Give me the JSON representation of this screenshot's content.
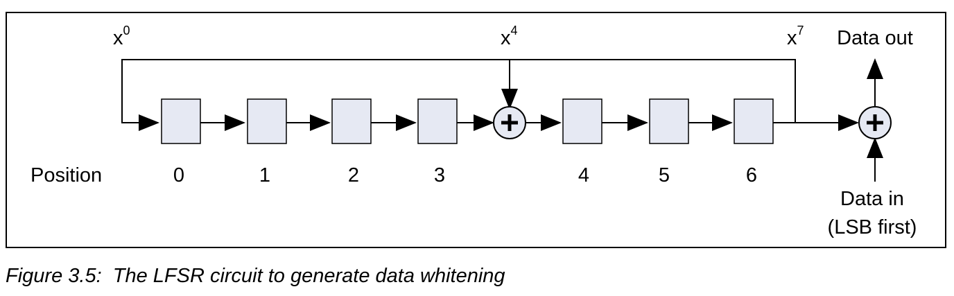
{
  "taps": [
    {
      "base": "x",
      "exp": "0"
    },
    {
      "base": "x",
      "exp": "4"
    },
    {
      "base": "x",
      "exp": "7"
    }
  ],
  "position_label": "Position",
  "positions": [
    "0",
    "1",
    "2",
    "3",
    "4",
    "5",
    "6"
  ],
  "data_out": "Data out",
  "data_in_line1": "Data in",
  "data_in_line2": "(LSB first)",
  "xor_symbol": "+",
  "caption": "Figure 3.5:  The LFSR circuit to generate data whitening",
  "colors": {
    "register_fill": "#e6e9f3",
    "xor_fill": "#e6e9f3",
    "line": "#000000"
  }
}
